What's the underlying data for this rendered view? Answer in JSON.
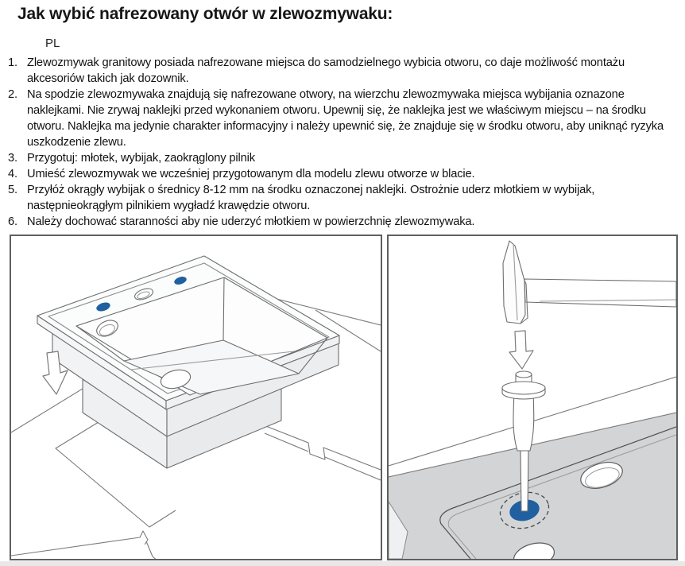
{
  "page": {
    "title": "Jak wybić nafrezowany otwór w zlewozmywaku:",
    "language_label": "PL",
    "instructions": [
      {
        "num": "1.",
        "text": "Zlewozmywak granitowy posiada nafrezowane miejsca do samodzielnego wybicia otworu, co daje możliwość montażu akcesoriów takich jak dozownik."
      },
      {
        "num": "2.",
        "text": "Na spodzie zlewozmywaka znajdują się nafrezowane otwory, na wierzchu zlewozmywaka miejsca wybijania oznazone naklejkami. Nie zrywaj naklejki przed wykonaniem otworu. Upewnij się, że naklejka jest we właściwym miejscu – na środku otworu. Naklejka ma jedynie charakter informacyjny i należy upewnić się, że znajduje się w środku otworu, aby uniknąć ryzyka uszkodzenie zlewu."
      },
      {
        "num": "3.",
        "text": "Przygotuj: młotek, wybijak, zaokrąglony pilnik"
      },
      {
        "num": "4.",
        "text": "Umieść zlewozmywak we wcześniej przygotowanym dla modelu zlewu otworze w blacie."
      },
      {
        "num": "5.",
        "text": "Przyłóż okrągły wybijak o średnicy 8-12 mm na środku oznaczonej naklejki. Ostrożnie uderz młotkiem w wybijak, następnieokrągłym pilnikiem wygładź krawędzie otworu."
      },
      {
        "num": "6.",
        "text": "Należy dochować staranności aby nie uderzyć młotkiem w powierzchnię zlewozmywaka."
      }
    ],
    "figures": {
      "left_panel": "sink lowered into countertop cutout, knockout stickers marked in blue",
      "right_panel": "hammer striking punch on marked knockout point of sink deck"
    },
    "colors": {
      "sticker_blue": "#2060a0",
      "line_gray": "#6e6e6e",
      "deck_gray": "#d3d4d6",
      "panel_border": "#5f5f5f"
    }
  }
}
